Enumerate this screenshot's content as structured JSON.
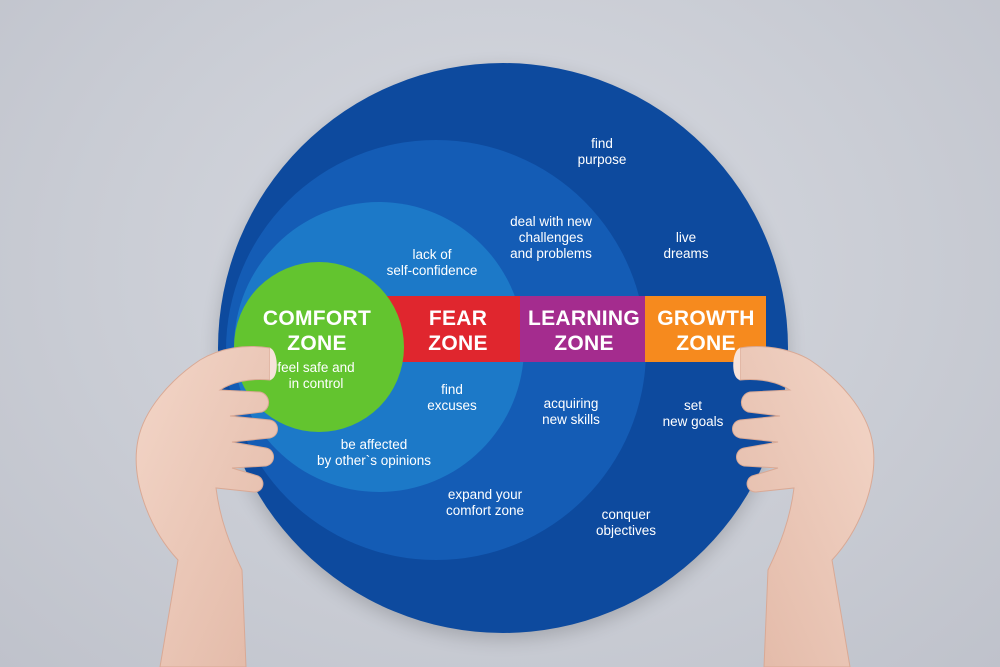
{
  "zones": {
    "comfort": {
      "line1": "COMFORT",
      "line2": "ZONE",
      "color": "#63c42f"
    },
    "fear": {
      "line1": "FEAR",
      "line2": "ZONE",
      "color": "#e0262e"
    },
    "learning": {
      "line1": "LEARNING",
      "line2": "ZONE",
      "color": "#a42c8e"
    },
    "growth": {
      "line1": "GROWTH",
      "line2": "ZONE",
      "color": "#f68a1e"
    }
  },
  "circle_colors": {
    "growth": "#0d4a9e",
    "learning": "#145cb5",
    "fear": "#1c79c8",
    "comfort": "#63c42f"
  },
  "notes": {
    "comfort": [
      "feel safe and",
      "in control"
    ],
    "fear_1": [
      "lack of",
      "self-confidence"
    ],
    "fear_2": [
      "find",
      "excuses"
    ],
    "fear_3": [
      "be affected",
      "by other`s opinions"
    ],
    "learn_1": [
      "deal with new",
      "challenges",
      "and problems"
    ],
    "learn_2": [
      "acquiring",
      "new skills"
    ],
    "learn_3": [
      "expand your",
      "comfort zone"
    ],
    "growth_1": [
      "find",
      "purpose"
    ],
    "growth_2": [
      "live",
      "dreams"
    ],
    "growth_3": [
      "set",
      "new goals"
    ],
    "growth_4": [
      "conquer",
      "objectives"
    ]
  }
}
